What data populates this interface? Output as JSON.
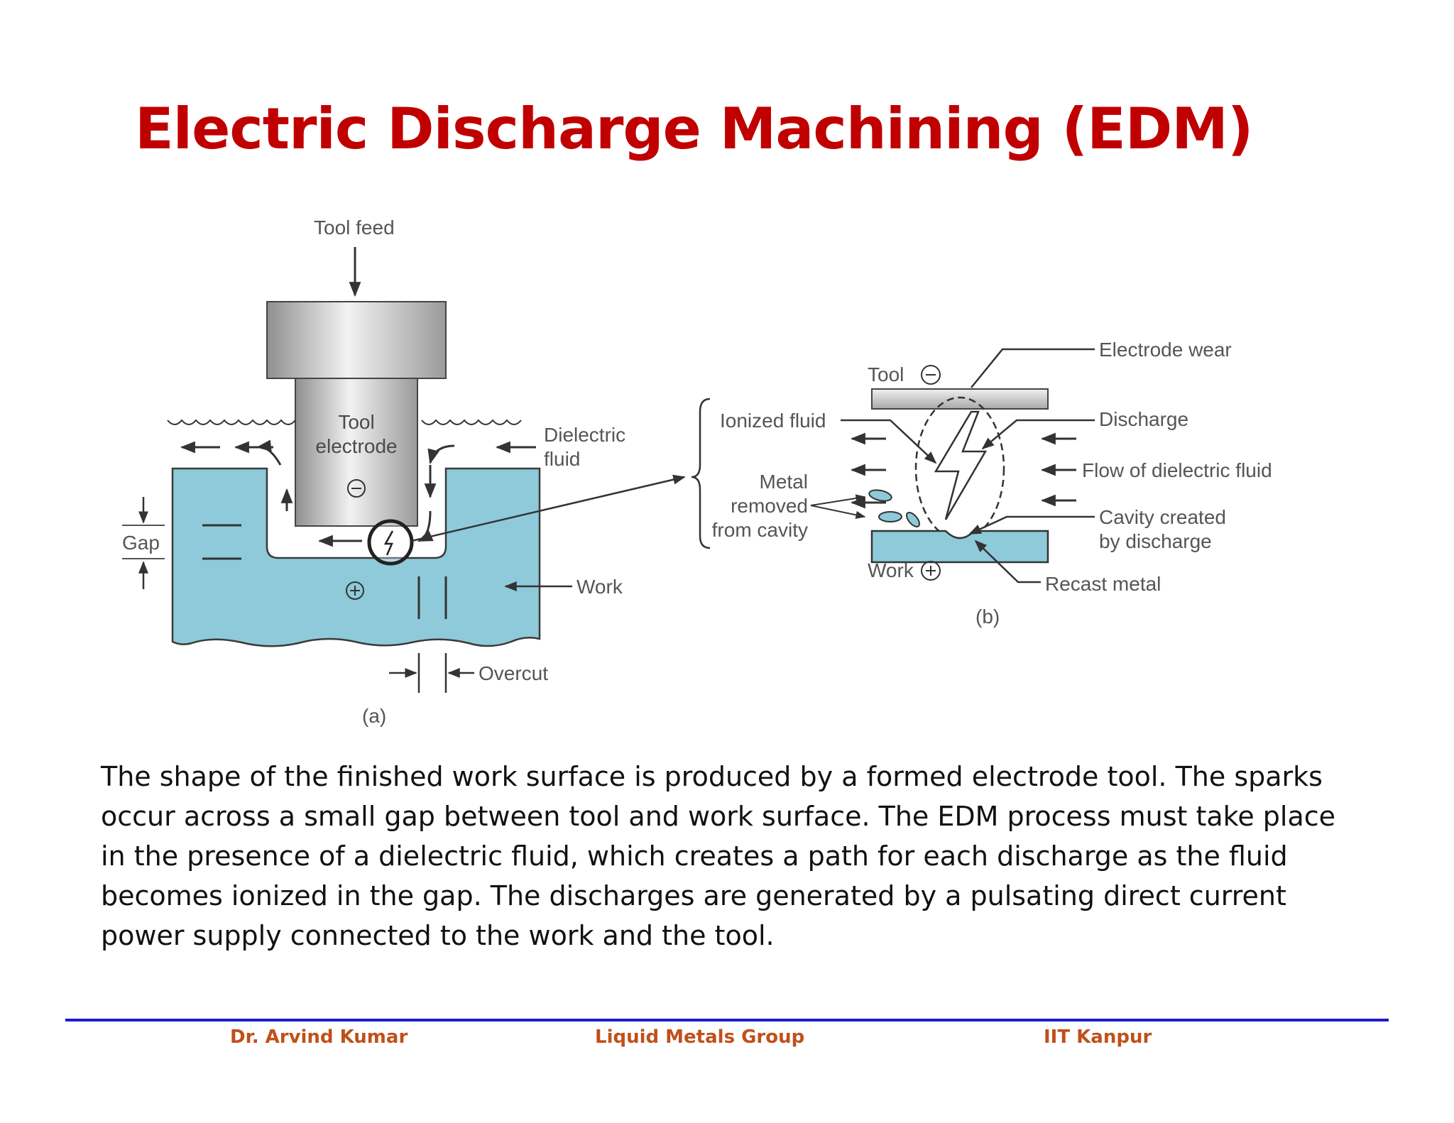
{
  "slide": {
    "title": "Electric Discharge Machining (EDM)",
    "body": "The shape of the finished work surface is produced by a formed electrode tool. The sparks occur across a small gap between tool and work surface. The EDM process must take place in the presence of a dielectric fluid, which creates a path for each discharge as the fluid becomes ionized in the gap. The discharges are generated by a pulsating direct current power supply connected to the work and the tool."
  },
  "diagram_a": {
    "tool_feed": "Tool feed",
    "tool_electrode_line1": "Tool",
    "tool_electrode_line2": "electrode",
    "dielectric_line1": "Dielectric",
    "dielectric_line2": "fluid",
    "gap": "Gap",
    "work": "Work",
    "overcut": "Overcut",
    "caption": "(a)"
  },
  "diagram_b": {
    "tool": "Tool",
    "electrode_wear": "Electrode wear",
    "ionized_fluid": "Ionized fluid",
    "discharge": "Discharge",
    "flow": "Flow of dielectric fluid",
    "metal_removed_line1": "Metal",
    "metal_removed_line2": "removed",
    "metal_removed_line3": "from cavity",
    "cavity_line1": "Cavity created",
    "cavity_line2": "by discharge",
    "work": "Work",
    "recast": "Recast metal",
    "caption": "(b)"
  },
  "colors": {
    "title": "#c00000",
    "work_fill": "#8ecad9",
    "footer_rule": "#1a1ad0",
    "footer_text": "#c0501a"
  },
  "footer": {
    "author": "Dr. Arvind Kumar",
    "group": "Liquid Metals Group",
    "institute": "IIT Kanpur"
  }
}
